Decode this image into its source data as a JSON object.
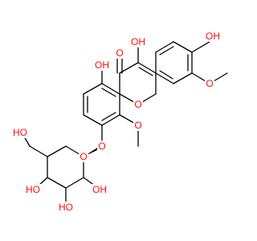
{
  "molecule": {
    "colors": {
      "oxygen": "#ff0d0d",
      "carbon_bond": "#000000",
      "background": "#ffffff"
    },
    "labels": {
      "oh_c3": "OH",
      "oh_c4p": "OH",
      "o_carbonyl": "O",
      "o_ring_c": "O",
      "oh_c5": "OH",
      "o_methoxy_c3p": "O",
      "o_methoxy_c8": "O",
      "o_glycosidic": "O",
      "o_sugar_ring": "O",
      "ho_c6s": "HO",
      "ho_c4s": "HO",
      "oh_c2s": "OH",
      "ho_c3s": "HO"
    }
  }
}
